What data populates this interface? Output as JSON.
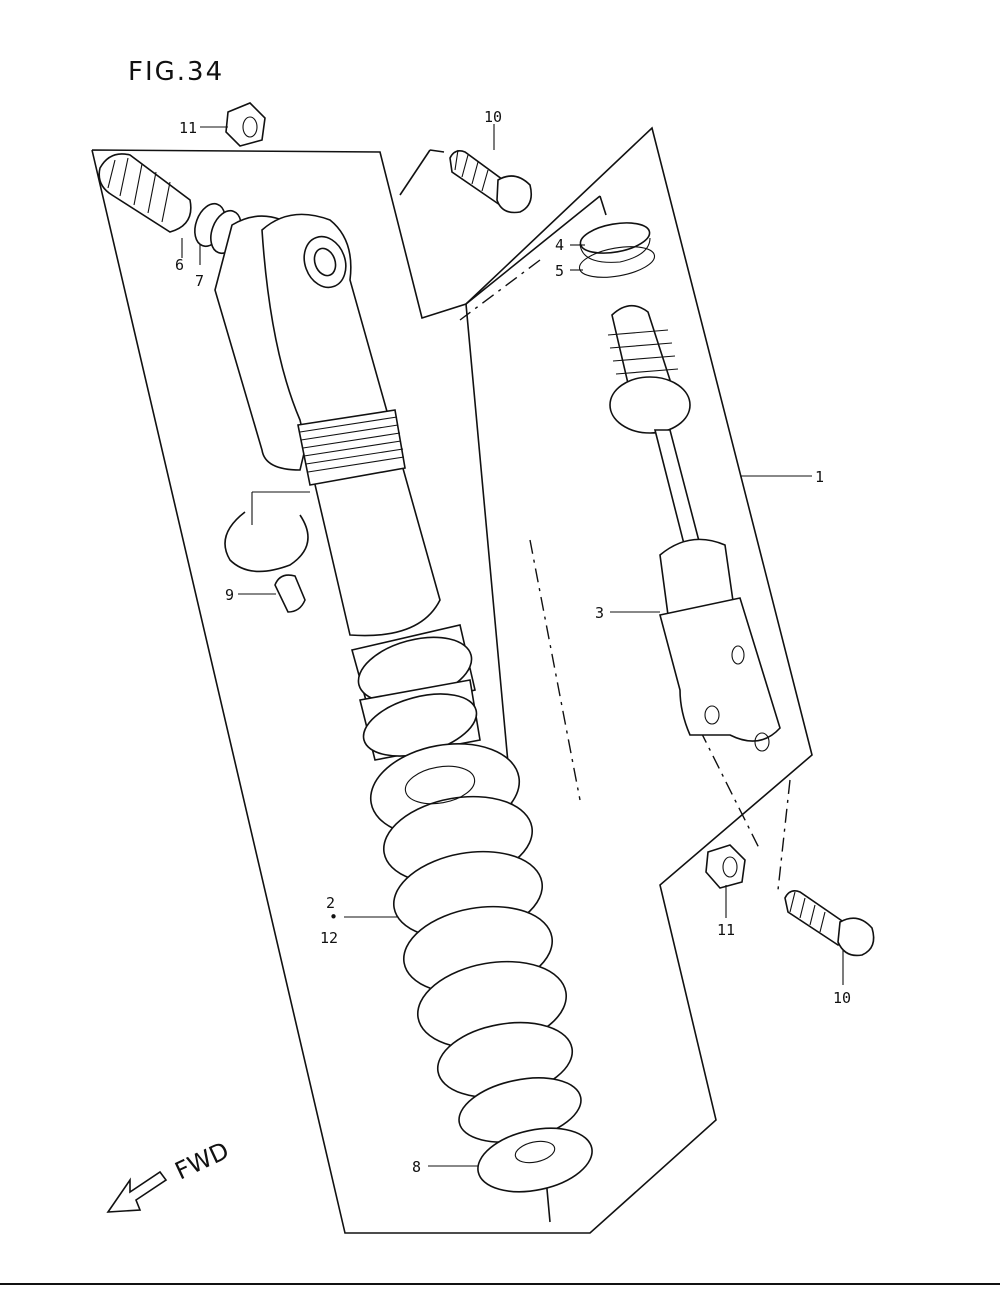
{
  "figure": {
    "title": "FIG.34",
    "direction_label": "FWD"
  },
  "callouts": {
    "c1": "1",
    "c2": "2",
    "c2_dot": "•",
    "c12": "12",
    "c3": "3",
    "c4": "4",
    "c5": "5",
    "c6": "6",
    "c7": "7",
    "c8": "8",
    "c9": "9",
    "c10_top": "10",
    "c10_bottom": "10",
    "c11_top": "11",
    "c11_bottom": "11"
  }
}
